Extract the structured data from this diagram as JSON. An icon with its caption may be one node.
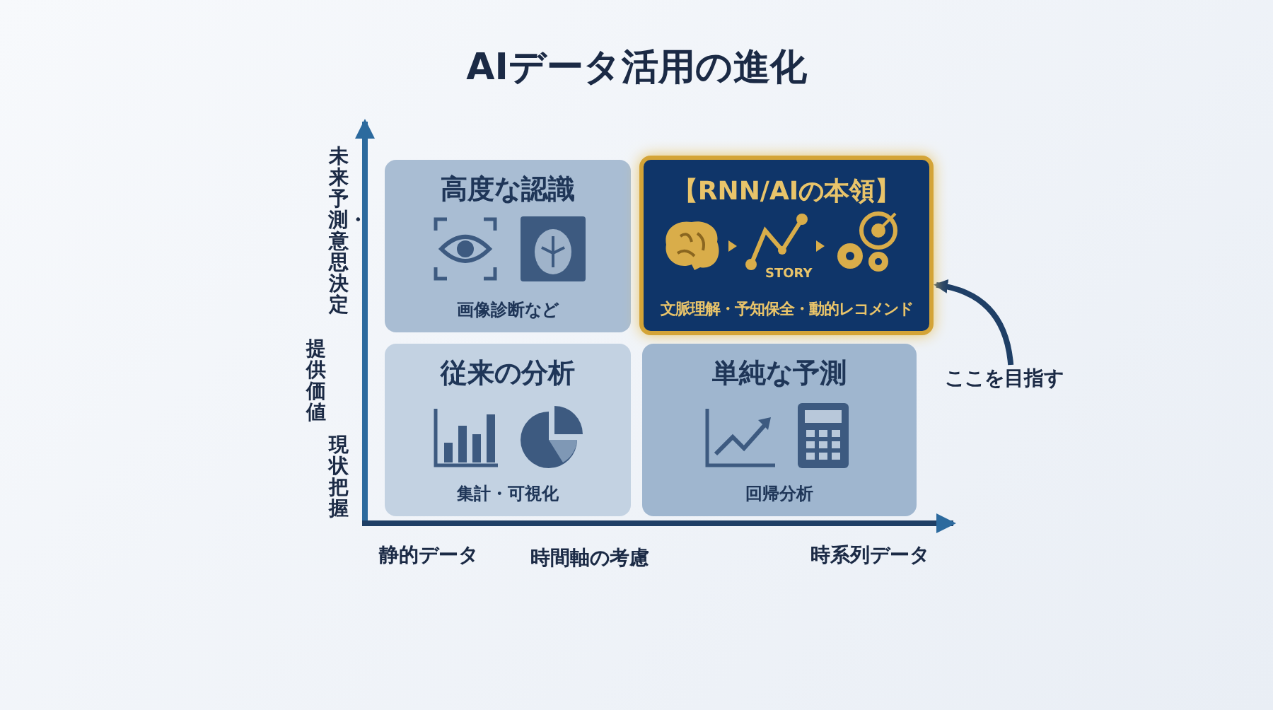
{
  "diagram": {
    "title": "AIデータ活用の進化",
    "nodes": [
      {
        "text": [
          "高度な認識",
          "画像診断など"
        ]
      },
      {
        "text": [
          "【RNN/AIの本領】",
          "STORY",
          "文脈理解・予知保全・動的レコメンド"
        ]
      },
      {
        "text": [
          "従来の分析",
          "集計・可視化"
        ]
      },
      {
        "text": [
          "単純な予測",
          "回帰分析"
        ]
      },
      {
        "text": [
          "ここを目指す"
        ]
      }
    ],
    "edges": [
      {
        "from": 4,
        "to": 1,
        "arrow": "to"
      }
    ],
    "labels": [
      "未来予測・意思決定",
      "提供価値",
      "現状把握",
      "静的データ",
      "時間軸の考慮",
      "時系列データ"
    ]
  }
}
